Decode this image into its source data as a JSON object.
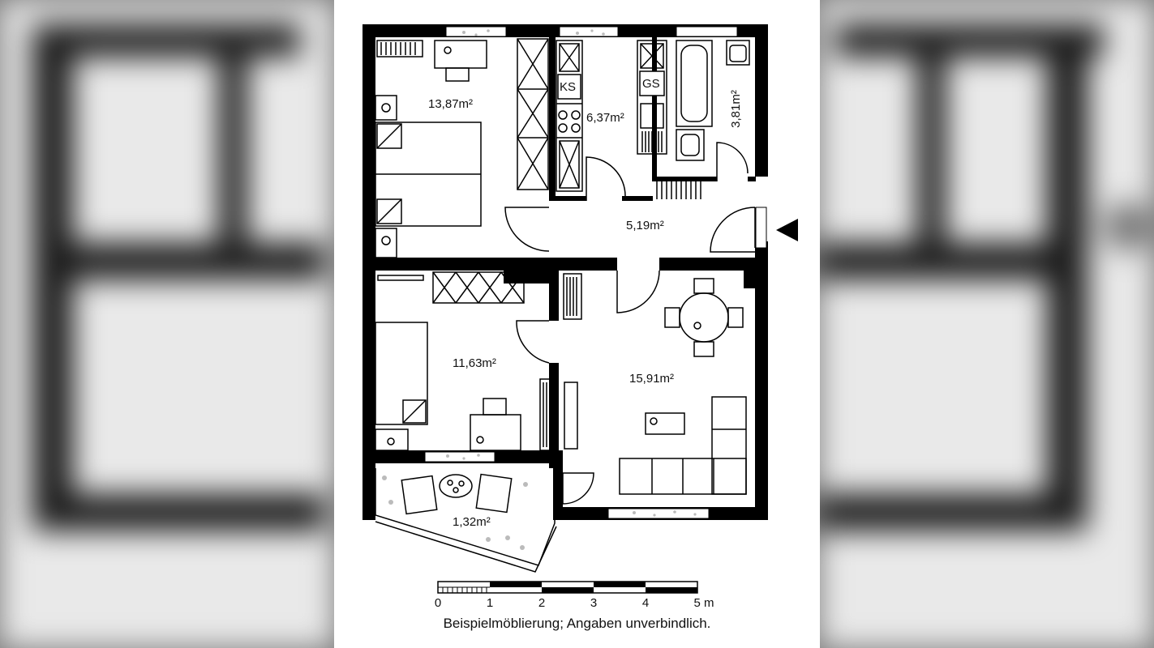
{
  "rooms": {
    "bedroom": "13,87m²",
    "kitchen": "6,37m²",
    "bath": "3,81m²",
    "hall": "5,19m²",
    "room2": "11,63m²",
    "living": "15,91m²",
    "balcony": "1,32m²"
  },
  "fixtures": {
    "fridge": "KS",
    "dishwasher": "GS"
  },
  "scale": {
    "ticks": [
      "0",
      "1",
      "2",
      "3",
      "4",
      "5 m"
    ]
  },
  "disclaimer": "Beispielmöblierung; Angaben unverbindlich."
}
